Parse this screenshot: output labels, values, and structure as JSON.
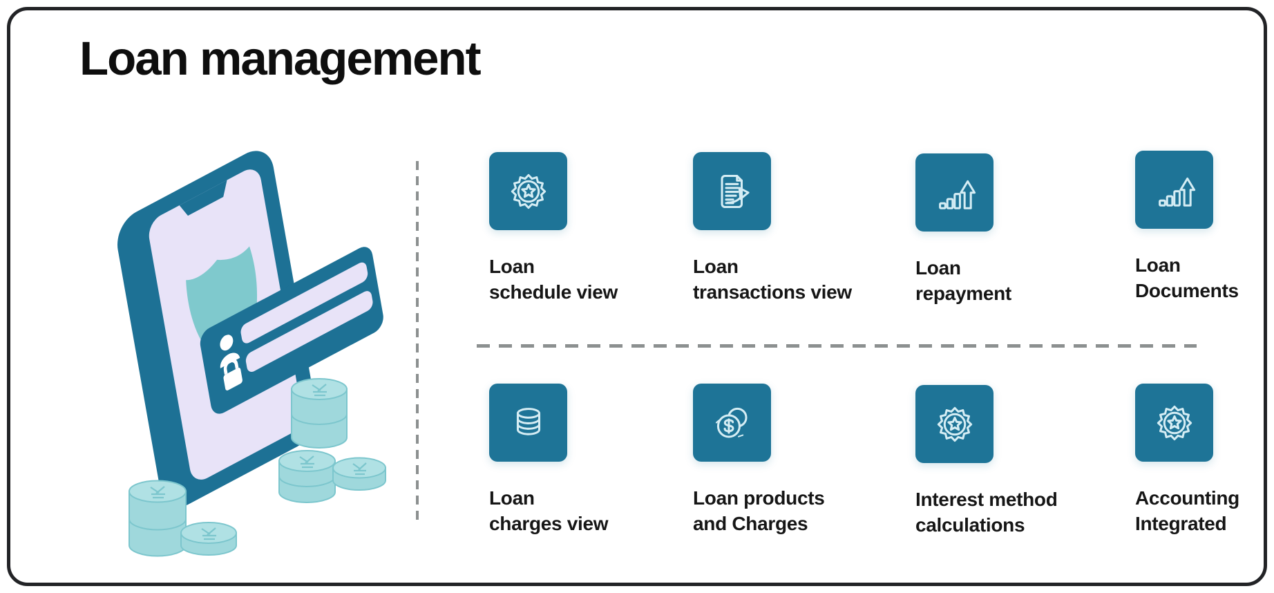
{
  "page": {
    "title": "Loan management"
  },
  "colors": {
    "tile_background": "#1e7497",
    "icon_stroke": "#d5edf4",
    "dashed_divider": "#8c9090",
    "card_border": "#222326",
    "label_text": "#161616",
    "illustration_dark_teal": "#1d7195",
    "illustration_screen_lavender": "#e8e3f8",
    "illustration_shield_teal": "#7fc9cd",
    "illustration_coin_teal": "#a9dde0"
  },
  "features": [
    {
      "label": "Loan schedule view",
      "lines": [
        "Loan",
        "schedule view"
      ],
      "icon": "badge-star-icon"
    },
    {
      "label": "Loan transactions view",
      "lines": [
        "Loan",
        "transactions view"
      ],
      "icon": "document-transfer-icon"
    },
    {
      "label": "Loan repayment",
      "lines": [
        "Loan",
        "repayment"
      ],
      "icon": "growth-chart-arrow-icon"
    },
    {
      "label": "Loan Documents",
      "lines": [
        "Loan",
        "Documents"
      ],
      "icon": "growth-chart-arrow-icon"
    },
    {
      "label": "Loan charges view",
      "lines": [
        "Loan",
        "charges view"
      ],
      "icon": "coin-stack-icon"
    },
    {
      "label": "Loan products and Charges",
      "lines": [
        "Loan products",
        "and Charges"
      ],
      "icon": "dollar-coins-icon"
    },
    {
      "label": "Interest method calculations",
      "lines": [
        "Interest method",
        "calculations"
      ],
      "icon": "badge-star-icon"
    },
    {
      "label": "Accounting Integrated",
      "lines": [
        "Accounting",
        "Integrated"
      ],
      "icon": "badge-star-icon"
    }
  ],
  "illustration": {
    "name": "mobile-loan-security-illustration",
    "elements": [
      "smartphone",
      "shield",
      "id-card",
      "coin-stacks"
    ]
  }
}
